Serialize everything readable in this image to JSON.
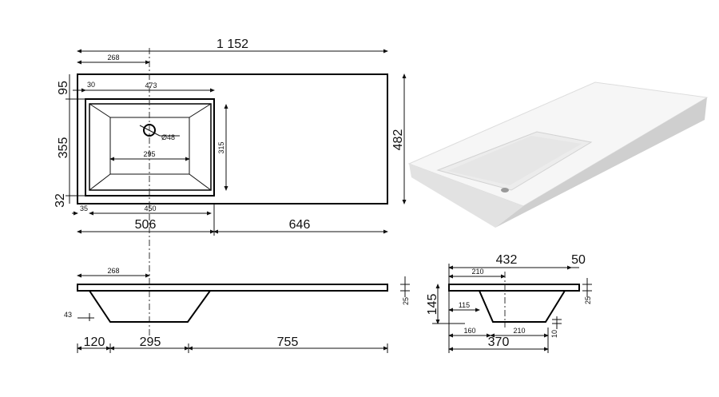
{
  "top_view": {
    "overall_length": "1 152",
    "drain_offset": "268",
    "basin_edge_offset": "30",
    "basin_outer_width": "473",
    "back_margin": "95",
    "basin_depth_outer": "355",
    "front_margin": "32",
    "drain_label": "Ø48",
    "basin_bottom_width": "295",
    "basin_inner_depth": "315",
    "overall_depth": "482",
    "front_offset": "35",
    "basin_inner_width": "450",
    "basin_section": "506",
    "counter_section": "646"
  },
  "front_section": {
    "drain_offset": "268",
    "wall_offset": "43",
    "thickness": "25",
    "left_span": "120",
    "bottom_span": "295",
    "right_span": "755"
  },
  "side_section": {
    "overall_depth": "432",
    "front_lip": "50",
    "drain_offset": "210",
    "height": "145",
    "rear_wall_offset": "115",
    "thickness": "25",
    "bottom_thickness": "10",
    "rear_span": "160",
    "bottom_span": "210",
    "basin_depth": "370"
  },
  "colors": {
    "line": "#111111",
    "render_light": "#f4f4f4",
    "render_shadow": "#c8c8c8"
  }
}
